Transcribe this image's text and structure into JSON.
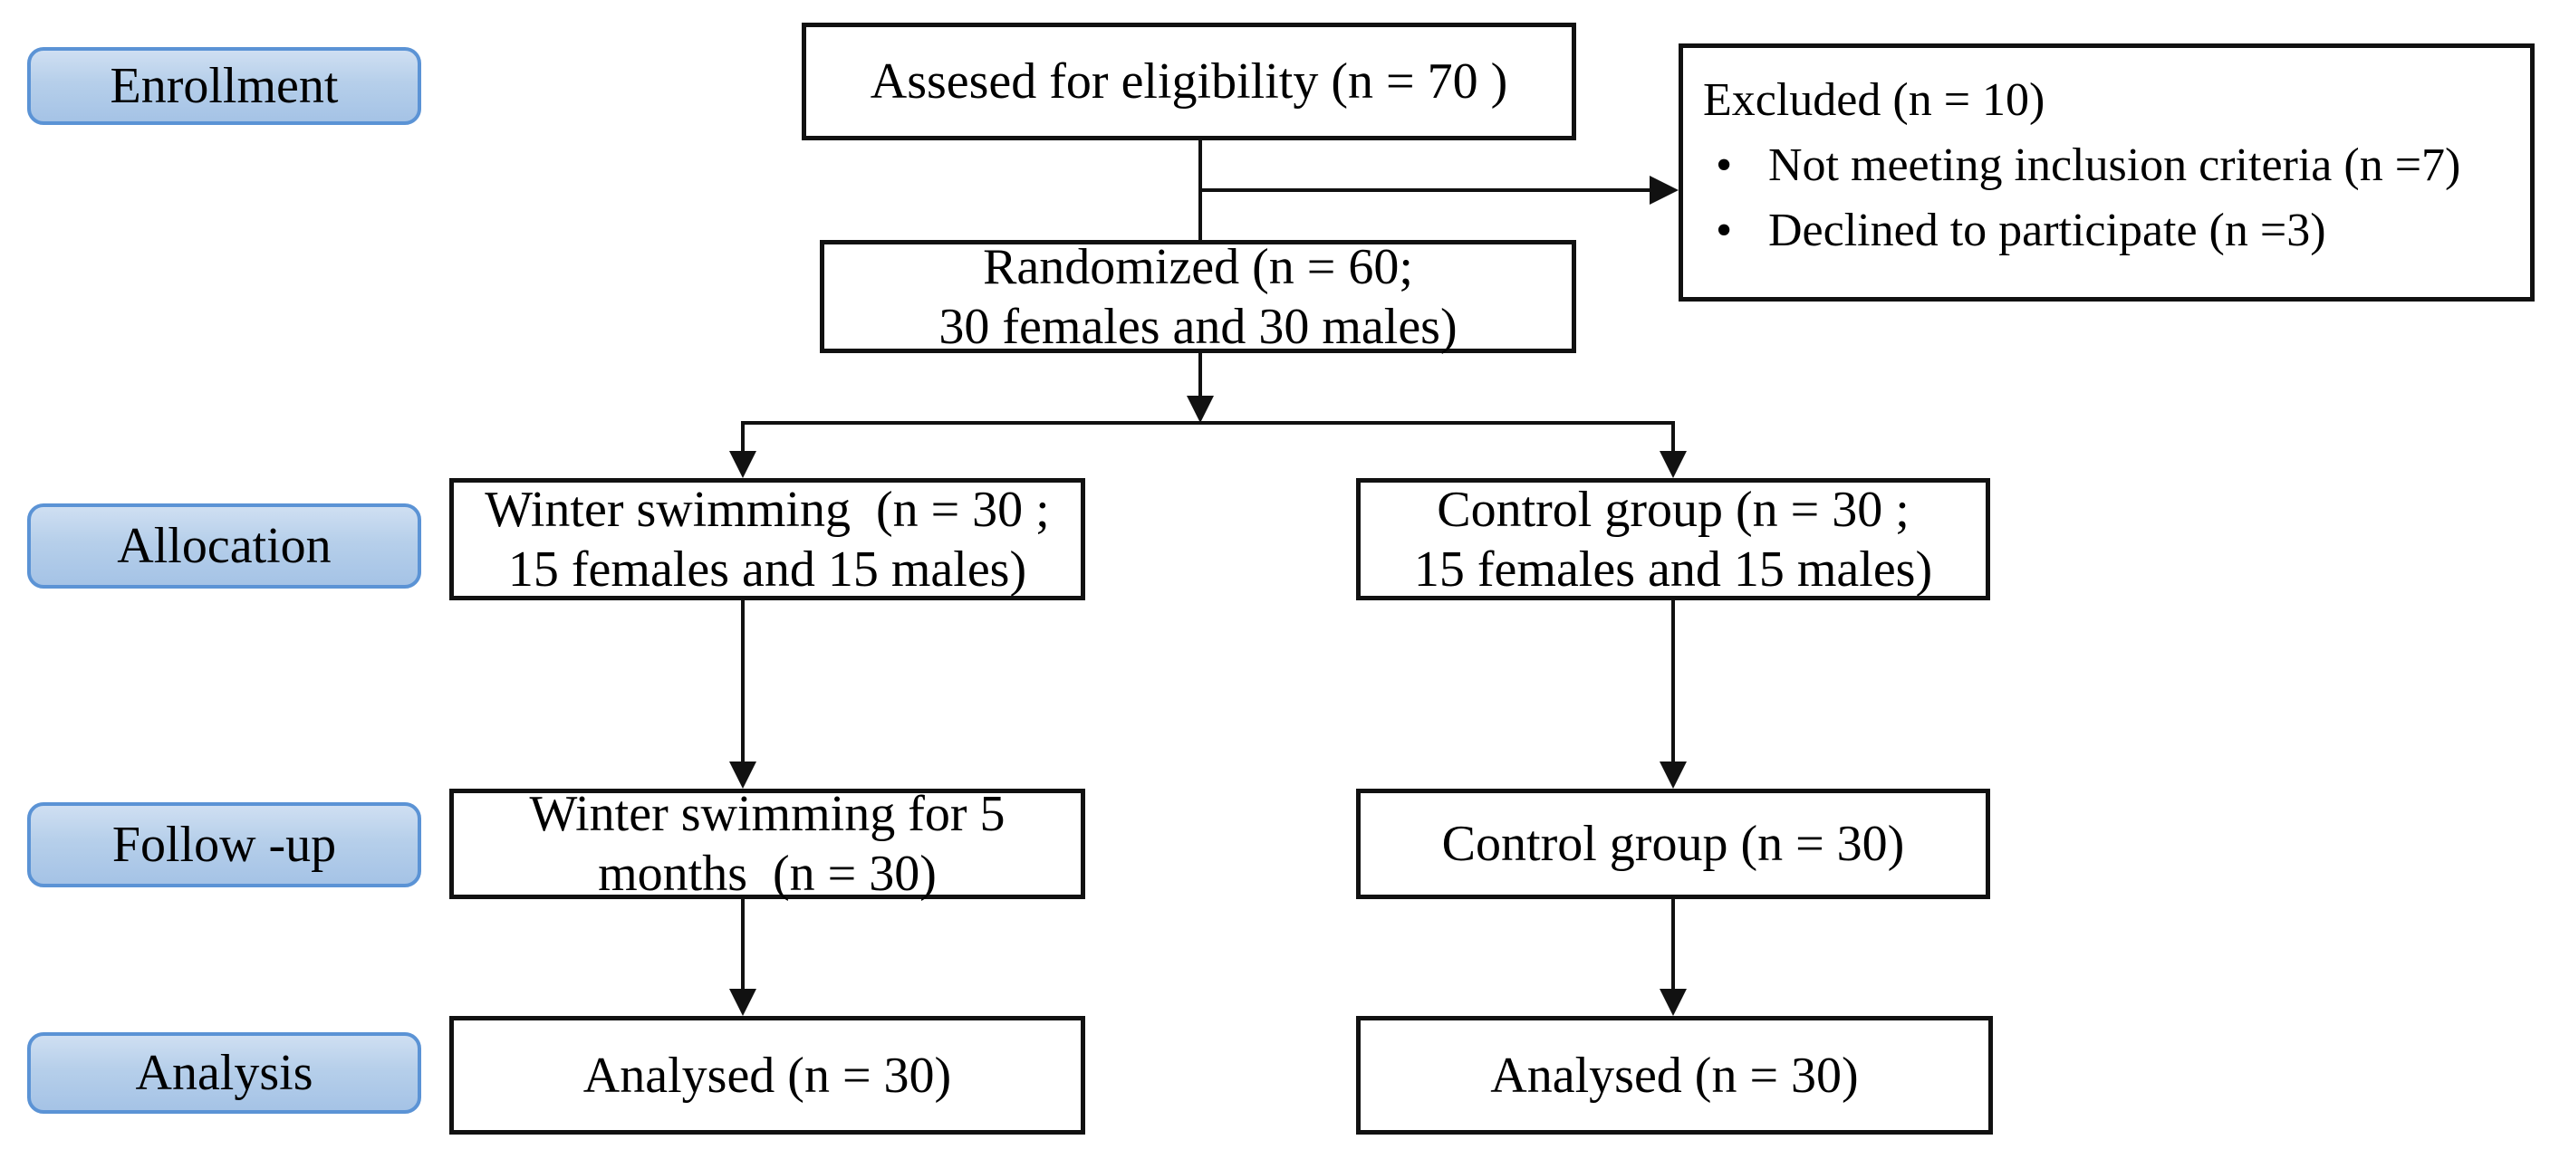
{
  "stages": [
    {
      "label": "Enrollment"
    },
    {
      "label": "Allocation"
    },
    {
      "label": "Follow -up"
    },
    {
      "label": "Analysis"
    }
  ],
  "boxes": {
    "assessed": {
      "text": "Assesed for eligibility (n = 70 )"
    },
    "excluded": {
      "title": "Excluded (n = 10)",
      "bullet_glyph": "•",
      "bullets": [
        "Not meeting inclusion criteria (n =7)",
        "Declined to participate (n =3)"
      ]
    },
    "randomized": {
      "line1": "Randomized (n = 60;",
      "line2": "30 females and 30 males)"
    },
    "allocation_winter": {
      "line1": "Winter swimming  (n = 30 ;",
      "line2": "15 females and 15 males)"
    },
    "allocation_control": {
      "line1": "Control group (n = 30 ;",
      "line2": "15 females and 15 males)"
    },
    "followup_winter": {
      "line1": "Winter swimming for 5",
      "line2": "months  (n = 30)"
    },
    "followup_control": {
      "text": "Control group (n = 30)"
    },
    "analysis_winter": {
      "text": "Analysed (n = 30)"
    },
    "analysis_control": {
      "text": "Analysed (n = 30)"
    }
  },
  "colors": {
    "stage_fill": "#b6cfea",
    "stage_fill_highlight": "#cfdff2",
    "stage_border": "#5b93d5",
    "box_border": "#111111",
    "connector": "#111111",
    "text": "#000000",
    "background": "#ffffff"
  }
}
